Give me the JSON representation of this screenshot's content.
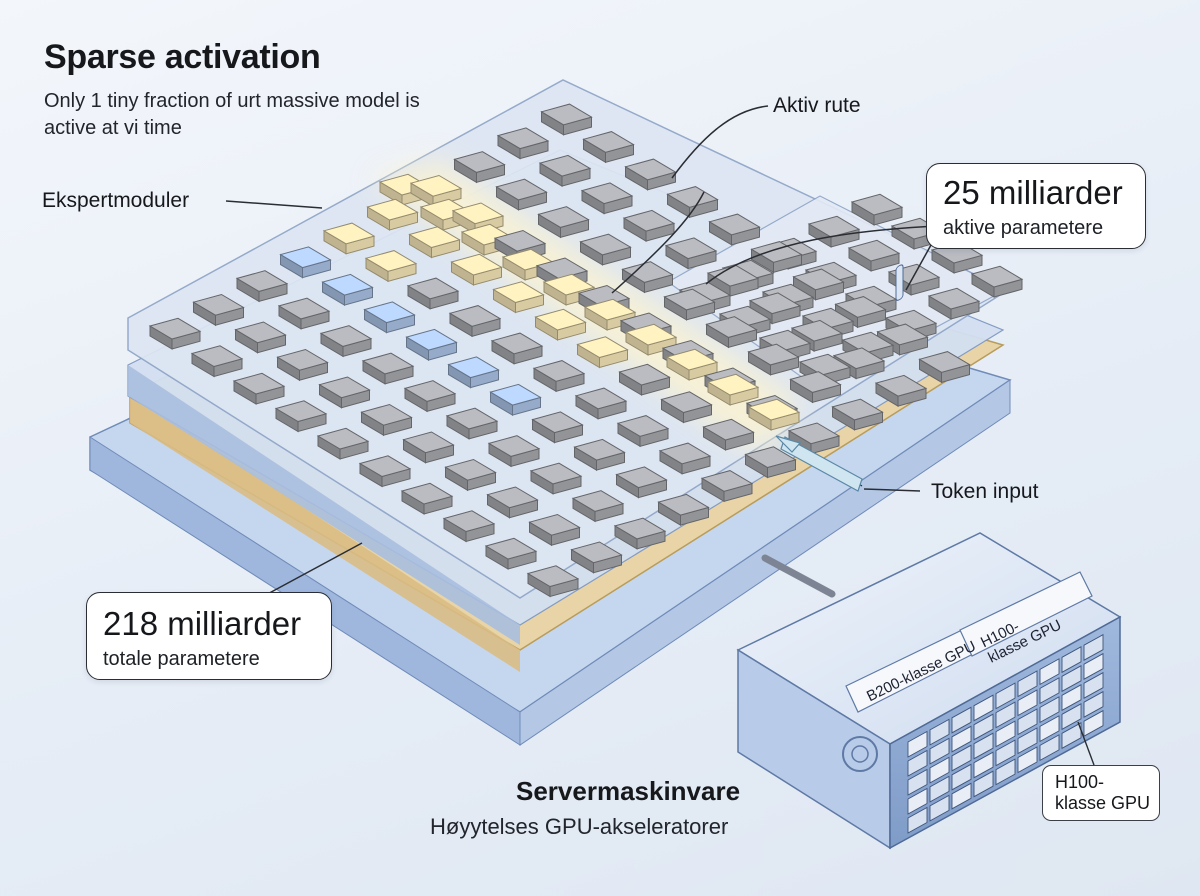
{
  "header": {
    "title": "Sparse activation",
    "subtitle": "Only 1 tiny fraction of urt massive model is active at vi time"
  },
  "labels": {
    "experts": "Ekspertmoduler",
    "active_route": "Aktiv rute",
    "token_input": "Token input"
  },
  "callouts": {
    "active_params": {
      "value": "25 milliarder",
      "caption": "aktive parametere"
    },
    "total_params": {
      "value": "218 milliarder",
      "caption": "totale parametere"
    }
  },
  "server": {
    "title": "Servermaskinvare",
    "subtitle": "Høyytelses GPU-akseleratorer",
    "panel_b200": "B200-klasse GPU",
    "panel_h100": "H100-\nklasse GPU",
    "side_label": "H100-\nklasse GPU"
  },
  "colors": {
    "active_module": "#f6e7b8",
    "blue_module": "#a9c2e4",
    "inactive_module": "#a6a8ad",
    "board_blue": "#c9d8ee",
    "gold_layer": "#e7d2a2"
  }
}
